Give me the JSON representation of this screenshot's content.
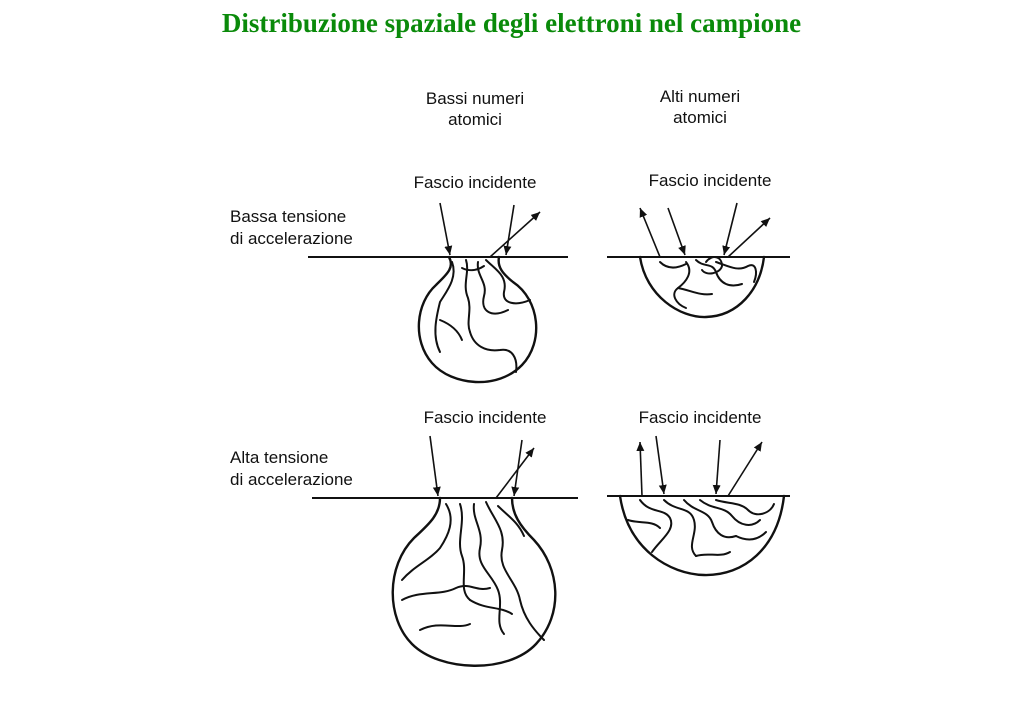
{
  "title": "Distribuzione spaziale degli elettroni nel campione",
  "columns": {
    "low_z": {
      "line1": "Bassi numeri",
      "line2": "atomici"
    },
    "high_z": {
      "line1": "Alti numeri",
      "line2": "atomici"
    }
  },
  "rows": {
    "low_voltage": {
      "line1": "Bassa tensione",
      "line2": "di accelerazione"
    },
    "high_voltage": {
      "line1": "Alta tensione",
      "line2": "di accelerazione"
    }
  },
  "beam_label": "Fascio incidente",
  "colors": {
    "title": "#0a8a0a",
    "ink": "#111111",
    "background": "#ffffff"
  }
}
